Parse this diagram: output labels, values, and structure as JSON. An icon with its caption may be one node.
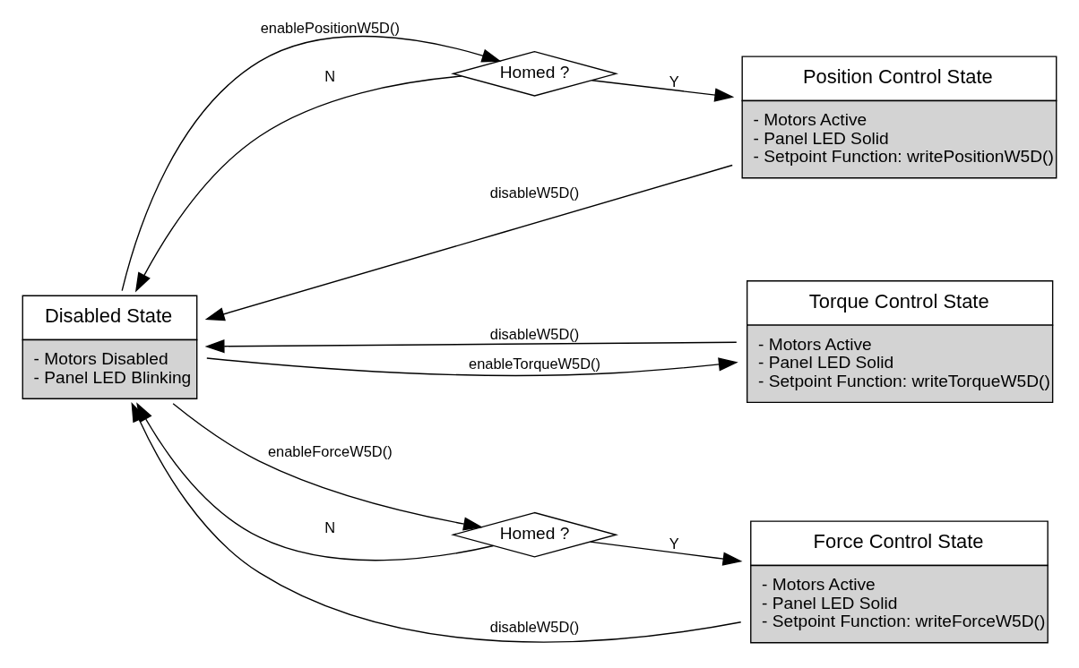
{
  "diagram": {
    "nodes": [
      {
        "text": [
          "Disabled State",
          "- Motors Disabled",
          "- Panel LED Blinking"
        ]
      },
      {
        "text": [
          "Homed ?"
        ]
      },
      {
        "text": [
          "Position Control State",
          "- Motors Active",
          "- Panel LED Solid",
          "- Setpoint Function: writePositionW5D()"
        ]
      },
      {
        "text": [
          "Torque Control State",
          "- Motors Active",
          "- Panel LED Solid",
          "- Setpoint Function: writeTorqueW5D()"
        ]
      },
      {
        "text": [
          "Homed ?"
        ]
      },
      {
        "text": [
          "Force Control State",
          "- Motors Active",
          "- Panel LED Solid",
          "- Setpoint Function: writeForceW5D()"
        ]
      }
    ],
    "edges": [
      {
        "from": 0,
        "to": 1,
        "arrow": "to",
        "label": "enablePositionW5D()"
      },
      {
        "from": 1,
        "to": 2,
        "arrow": "to",
        "label": "Y"
      },
      {
        "from": 1,
        "to": 0,
        "arrow": "to",
        "label": "N"
      },
      {
        "from": 2,
        "to": 0,
        "arrow": "to",
        "label": "disableW5D()"
      },
      {
        "from": 3,
        "to": 0,
        "arrow": "to",
        "label": "disableW5D()"
      },
      {
        "from": 0,
        "to": 3,
        "arrow": "to",
        "label": "enableTorqueW5D()"
      },
      {
        "from": 5,
        "to": 0,
        "arrow": "to",
        "label": "disableW5D()"
      },
      {
        "from": 0,
        "to": 4,
        "arrow": "to",
        "label": "enableForceW5D()"
      },
      {
        "from": 4,
        "to": 5,
        "arrow": "to",
        "label": "Y"
      },
      {
        "from": 4,
        "to": 0,
        "arrow": "to",
        "label": "N"
      }
    ]
  }
}
